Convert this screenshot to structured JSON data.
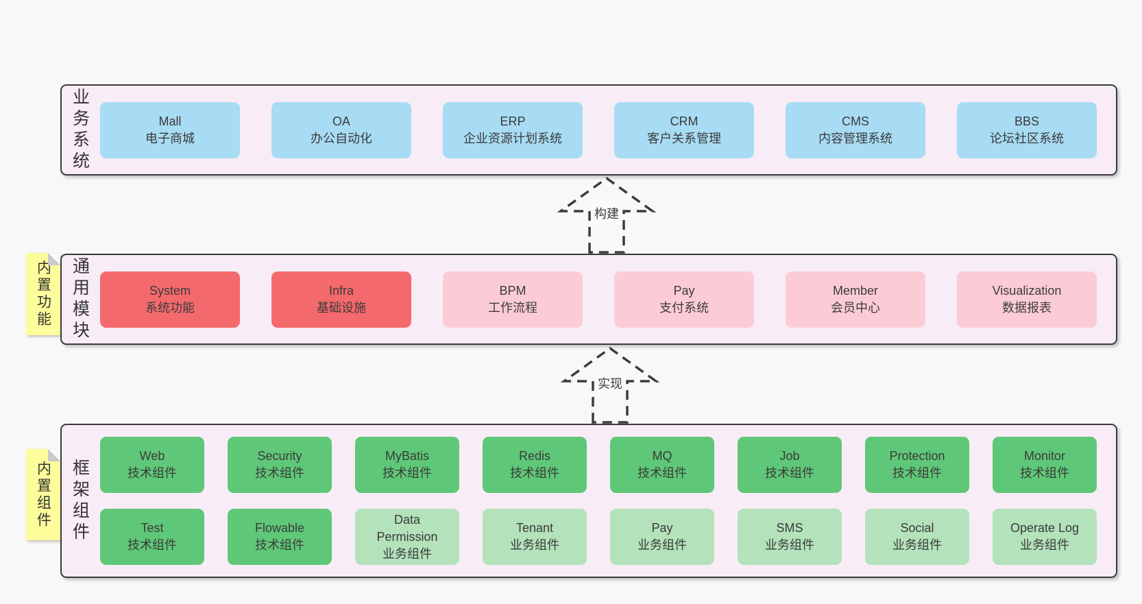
{
  "colors": {
    "page_bg": "#f8f8f8",
    "band_bg": "#f8edf6",
    "band_border": "#3a3a3a",
    "box_blue": "#a8dcf4",
    "box_red": "#f4696c",
    "box_pink": "#fcccd6",
    "box_green": "#5fc878",
    "box_green_light": "#b3e2bb",
    "sticky_yellow": "#fdfd9c",
    "text": "#3b3b3b"
  },
  "layers": {
    "business": {
      "label": "业务系统",
      "boxes": [
        {
          "name": "Mall",
          "desc": "电子商城"
        },
        {
          "name": "OA",
          "desc": "办公自动化"
        },
        {
          "name": "ERP",
          "desc": "企业资源计划系统"
        },
        {
          "name": "CRM",
          "desc": "客户关系管理"
        },
        {
          "name": "CMS",
          "desc": "内容管理系统"
        },
        {
          "name": "BBS",
          "desc": "论坛社区系统"
        }
      ]
    },
    "modules": {
      "label": "通用模块",
      "sticky": "内置功能",
      "boxes": [
        {
          "name": "System",
          "desc": "系统功能"
        },
        {
          "name": "Infra",
          "desc": "基础设施"
        },
        {
          "name": "BPM",
          "desc": "工作流程"
        },
        {
          "name": "Pay",
          "desc": "支付系统"
        },
        {
          "name": "Member",
          "desc": "会员中心"
        },
        {
          "name": "Visualization",
          "desc": "数据报表"
        }
      ]
    },
    "components": {
      "label": "框架组件",
      "sticky": "内置组件",
      "row1": [
        {
          "name": "Web",
          "desc": "技术组件"
        },
        {
          "name": "Security",
          "desc": "技术组件"
        },
        {
          "name": "MyBatis",
          "desc": "技术组件"
        },
        {
          "name": "Redis",
          "desc": "技术组件"
        },
        {
          "name": "MQ",
          "desc": "技术组件"
        },
        {
          "name": "Job",
          "desc": "技术组件"
        },
        {
          "name": "Protection",
          "desc": "技术组件"
        },
        {
          "name": "Monitor",
          "desc": "技术组件"
        }
      ],
      "row2": [
        {
          "name": "Test",
          "desc": "技术组件"
        },
        {
          "name": "Flowable",
          "desc": "技术组件"
        },
        {
          "name": "Data Permission",
          "desc": "业务组件"
        },
        {
          "name": "Tenant",
          "desc": "业务组件"
        },
        {
          "name": "Pay",
          "desc": "业务组件"
        },
        {
          "name": "SMS",
          "desc": "业务组件"
        },
        {
          "name": "Social",
          "desc": "业务组件"
        },
        {
          "name": "Operate Log",
          "desc": "业务组件"
        }
      ]
    }
  },
  "arrows": {
    "build": "构建",
    "implement": "实现"
  }
}
